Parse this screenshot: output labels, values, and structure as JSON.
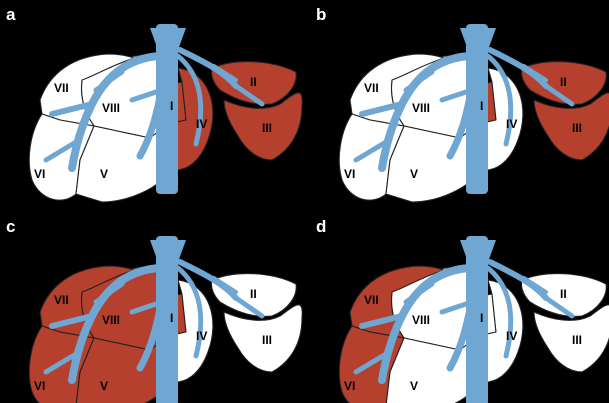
{
  "colors": {
    "background": "#000000",
    "healthy_segment": "#ffffff",
    "resected_segment": "#b5402e",
    "vein": "#6fa6d2",
    "outline": "#222222"
  },
  "segment_labels": {
    "I": "I",
    "II": "II",
    "III": "III",
    "IV": "IV",
    "V": "V",
    "VI": "VI",
    "VII": "VII",
    "VIII": "VIII"
  },
  "panels": [
    {
      "letter": "a",
      "resected": [
        "I",
        "II",
        "III",
        "IV"
      ]
    },
    {
      "letter": "b",
      "resected": [
        "I",
        "II",
        "III"
      ]
    },
    {
      "letter": "c",
      "resected": [
        "I",
        "V",
        "VI",
        "VII",
        "VIII"
      ]
    },
    {
      "letter": "d",
      "resected": [
        "VI",
        "VII"
      ]
    }
  ]
}
